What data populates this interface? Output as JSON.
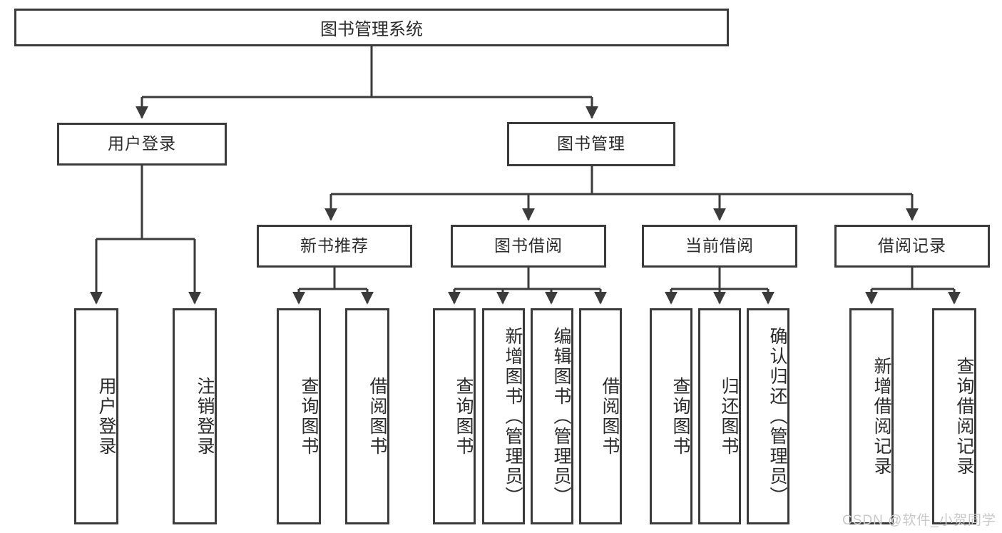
{
  "diagram": {
    "title": "图书管理系统",
    "type": "tree-hierarchy-chart",
    "root": {
      "label": "图书管理系统"
    },
    "level1": [
      {
        "label": "用户登录"
      },
      {
        "label": "图书管理"
      }
    ],
    "level2": [
      {
        "label": "新书推荐"
      },
      {
        "label": "图书借阅"
      },
      {
        "label": "当前借阅"
      },
      {
        "label": "借阅记录"
      }
    ],
    "leaves": {
      "user_login": [
        {
          "label": "用户登录"
        },
        {
          "label": "注销登录"
        }
      ],
      "new_book_recommend": [
        {
          "label": "查询图书"
        },
        {
          "label": "借阅图书"
        }
      ],
      "book_borrow": [
        {
          "label": "查询图书"
        },
        {
          "label": "新增图书（管理员）"
        },
        {
          "label": "编辑图书（管理员）"
        },
        {
          "label": "借阅图书"
        }
      ],
      "current_borrow": [
        {
          "label": "查询图书"
        },
        {
          "label": "归还图书"
        },
        {
          "label": "确认归还（管理员）"
        }
      ],
      "borrow_record": [
        {
          "label": "新增借阅记录"
        },
        {
          "label": "查询借阅记录"
        }
      ]
    }
  },
  "watermark": {
    "text": "CSDN @软件_小贺同学"
  },
  "colors": {
    "stroke": "#3b3b3b",
    "background": "#ffffff",
    "text": "#2b2b2b",
    "watermark": "#c9c9c9"
  }
}
